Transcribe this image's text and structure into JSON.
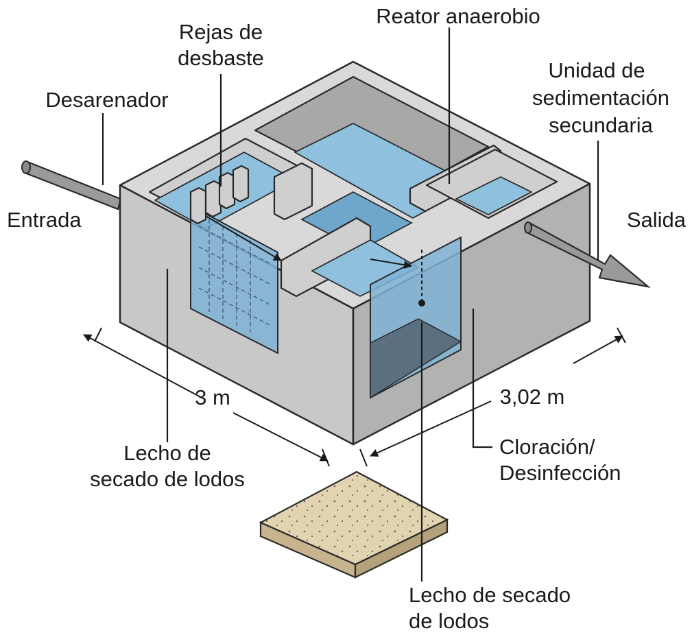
{
  "labels": {
    "rejas": [
      "Rejas de",
      "desbaste"
    ],
    "reactor": "Reator anaerobio",
    "desarenador": "Desarenador",
    "unidad": [
      "Unidad de",
      "sedimentación",
      "secundaria"
    ],
    "entrada": "Entrada",
    "salida": "Salida",
    "dim_left": "3 m",
    "dim_right": "3,02 m",
    "lecho_left": [
      "Lecho de",
      "secado de lodos"
    ],
    "cloracion": [
      "Cloración/",
      "Desinfección"
    ],
    "lecho_bottom": [
      "Lecho de secado",
      "de lodos"
    ]
  },
  "colors": {
    "water": "#8fc0de",
    "concrete": "#c8c8c8",
    "sand": "#e2d3b1"
  }
}
